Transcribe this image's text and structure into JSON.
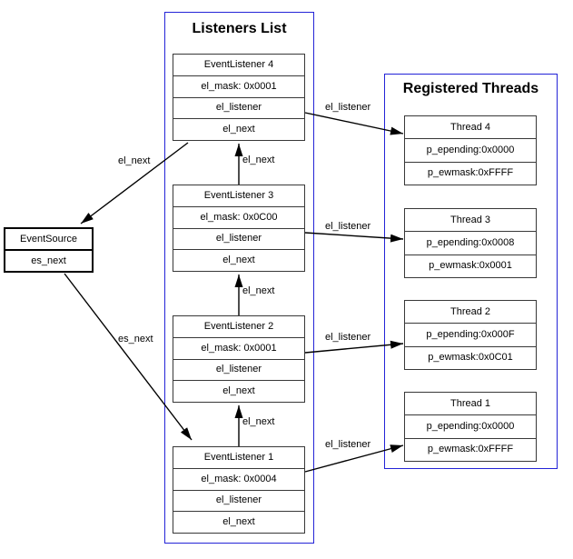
{
  "event_source": {
    "title": "EventSource",
    "next_field": "es_next"
  },
  "listeners_list": {
    "title": "Listeners List",
    "items": [
      {
        "title": "EventListener 4",
        "mask": "el_mask: 0x0001",
        "listener": "el_listener",
        "next": "el_next"
      },
      {
        "title": "EventListener 3",
        "mask": "el_mask: 0x0C00",
        "listener": "el_listener",
        "next": "el_next"
      },
      {
        "title": "EventListener 2",
        "mask": "el_mask: 0x0001",
        "listener": "el_listener",
        "next": "el_next"
      },
      {
        "title": "EventListener 1",
        "mask": "el_mask: 0x0004",
        "listener": "el_listener",
        "next": "el_next"
      }
    ]
  },
  "registered_threads": {
    "title": "Registered Threads",
    "items": [
      {
        "title": "Thread 4",
        "epending": "p_epending:0x0000",
        "ewmask": "p_ewmask:0xFFFF"
      },
      {
        "title": "Thread 3",
        "epending": "p_epending:0x0008",
        "ewmask": "p_ewmask:0x0001"
      },
      {
        "title": "Thread 2",
        "epending": "p_epending:0x000F",
        "ewmask": "p_ewmask:0x0C01"
      },
      {
        "title": "Thread 1",
        "epending": "p_epending:0x0000",
        "ewmask": "p_ewmask:0xFFFF"
      }
    ]
  },
  "edge_labels": {
    "el_next": "el_next",
    "es_next": "es_next",
    "el_listener": "el_listener"
  },
  "colors": {
    "container_border": "#2323d7",
    "node_border": "#383838",
    "arrow": "#000000",
    "background": "#ffffff"
  }
}
